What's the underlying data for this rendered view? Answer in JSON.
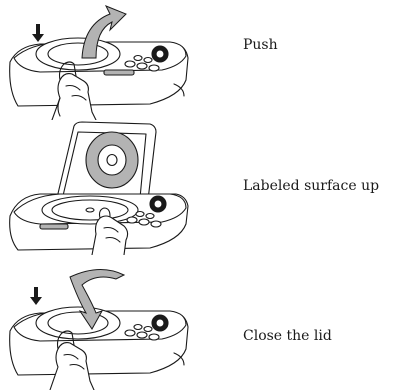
{
  "steps": [
    {
      "caption": "Push"
    },
    {
      "caption": "Labeled surface up"
    },
    {
      "caption": "Close the lid"
    }
  ],
  "colors": {
    "ink": "#1a1a1a",
    "fill_gray": "#b3b3b3",
    "background": "#ffffff"
  }
}
